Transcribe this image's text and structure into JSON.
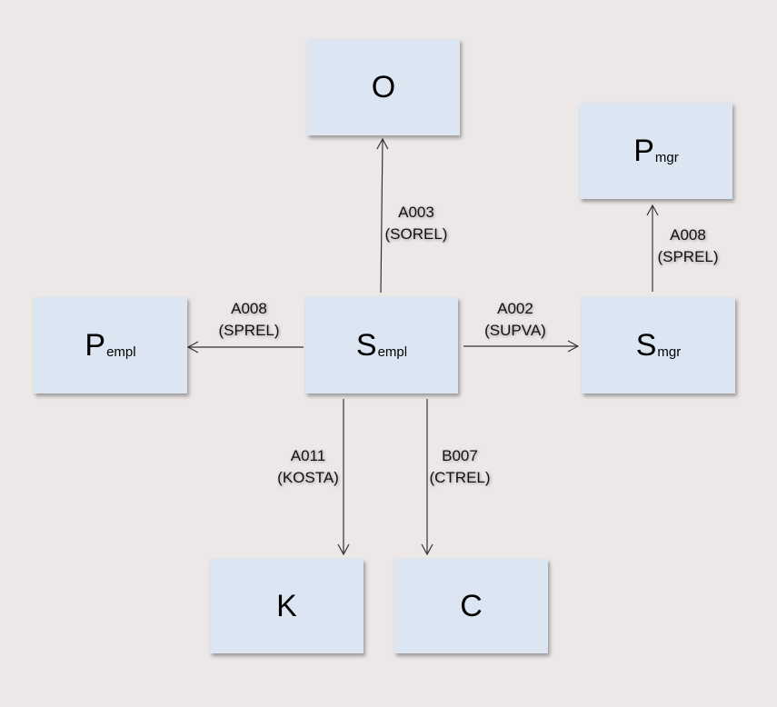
{
  "nodes": {
    "o": {
      "main": "O",
      "sub": ""
    },
    "p_mgr": {
      "main": "P",
      "sub": "mgr"
    },
    "p_empl": {
      "main": "P",
      "sub": "empl"
    },
    "s_empl": {
      "main": "S",
      "sub": "empl"
    },
    "s_mgr": {
      "main": "S",
      "sub": "mgr"
    },
    "k": {
      "main": "K",
      "sub": ""
    },
    "c": {
      "main": "C",
      "sub": ""
    }
  },
  "edges": {
    "sorel": {
      "code": "A003",
      "rel": "(SOREL)"
    },
    "sprel_mgr": {
      "code": "A008",
      "rel": "(SPREL)"
    },
    "sprel_empl": {
      "code": "A008",
      "rel": "(SPREL)"
    },
    "supva": {
      "code": "A002",
      "rel": "(SUPVA)"
    },
    "kosta": {
      "code": "A011",
      "rel": "(KOSTA)"
    },
    "ctrel": {
      "code": "B007",
      "rel": "(CTREL)"
    }
  },
  "colors": {
    "background": "#ede8e8",
    "node_fill": "#dce6f2",
    "line": "#333333"
  }
}
